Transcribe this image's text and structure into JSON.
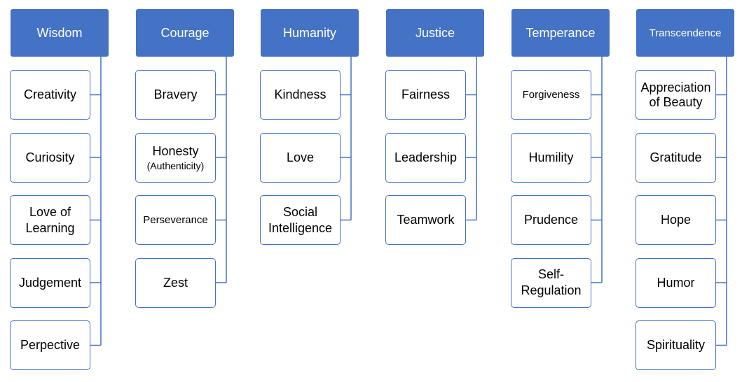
{
  "categories": [
    {
      "id": "wisdom",
      "label": "Wisdom",
      "children": [
        {
          "id": "creativity",
          "label": "Creativity"
        },
        {
          "id": "curiosity",
          "label": "Curiosity"
        },
        {
          "id": "love-of-learning",
          "label": "Love of",
          "label2": "Learning"
        },
        {
          "id": "judgement",
          "label": "Judgement"
        },
        {
          "id": "perpective",
          "label": "Perpective"
        }
      ]
    },
    {
      "id": "courage",
      "label": "Courage",
      "children": [
        {
          "id": "bravery",
          "label": "Bravery"
        },
        {
          "id": "honesty",
          "label": "Honesty",
          "sub": "(Authenticity)"
        },
        {
          "id": "perseverance",
          "label": "Perseverance",
          "small": true
        },
        {
          "id": "zest",
          "label": "Zest"
        }
      ]
    },
    {
      "id": "humanity",
      "label": "Humanity",
      "children": [
        {
          "id": "kindness",
          "label": "Kindness"
        },
        {
          "id": "love",
          "label": "Love"
        },
        {
          "id": "social-intelligence",
          "label": "Social",
          "label2": "Intelligence"
        }
      ]
    },
    {
      "id": "justice",
      "label": "Justice",
      "children": [
        {
          "id": "fairness",
          "label": "Fairness"
        },
        {
          "id": "leadership",
          "label": "Leadership"
        },
        {
          "id": "teamwork",
          "label": "Teamwork"
        }
      ]
    },
    {
      "id": "temperance",
      "label": "Temperance",
      "children": [
        {
          "id": "forgiveness",
          "label": "Forgiveness",
          "small": true
        },
        {
          "id": "humility",
          "label": "Humility"
        },
        {
          "id": "prudence",
          "label": "Prudence"
        },
        {
          "id": "self-regulation",
          "label": "Self-",
          "label2": "Regulation"
        }
      ]
    },
    {
      "id": "transcendence",
      "label": "Transcendence",
      "small": true,
      "children": [
        {
          "id": "appreciation-of-beauty",
          "label": "Appreciation",
          "label2": "of Beauty",
          "tight": true
        },
        {
          "id": "gratitude",
          "label": "Gratitude"
        },
        {
          "id": "hope",
          "label": "Hope"
        },
        {
          "id": "humor",
          "label": "Humor"
        },
        {
          "id": "spirituality",
          "label": "Spirituality"
        }
      ]
    }
  ],
  "colors": {
    "header_fill": "#4472C4",
    "header_text": "#FFFFFF",
    "box_border": "#4472C4",
    "connector": "#4472C4"
  }
}
